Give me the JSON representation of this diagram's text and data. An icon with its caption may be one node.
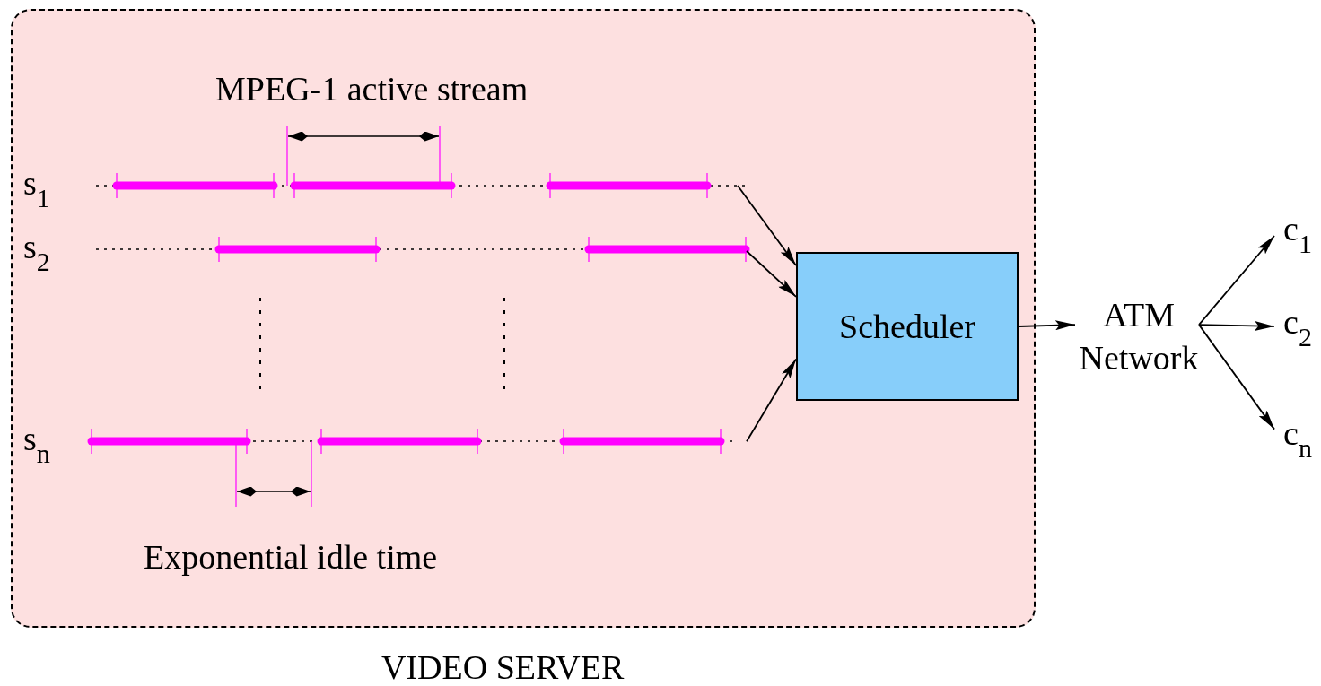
{
  "diagram": {
    "nodes": [
      {
        "text": [
          "VIDEO SERVER"
        ]
      },
      {
        "text": [
          "s$_{1}$"
        ],
        "in": 0
      },
      {
        "text": [
          "s$_{2}$"
        ],
        "in": 0
      },
      {
        "text": [
          "s$_{n}$"
        ],
        "in": 0
      },
      {
        "text": [
          "Scheduler"
        ],
        "in": 0
      },
      {
        "text": [
          "ATM Network"
        ]
      },
      {
        "text": [
          "c$_{1}$"
        ]
      },
      {
        "text": [
          "c$_{2}$"
        ]
      },
      {
        "text": [
          "c$_{n}$"
        ]
      }
    ],
    "edges": [
      {
        "from": 1,
        "to": 4,
        "arrow": "to"
      },
      {
        "from": 2,
        "to": 4,
        "arrow": "to"
      },
      {
        "from": 3,
        "to": 4,
        "arrow": "to"
      },
      {
        "from": 4,
        "to": 5,
        "arrow": "to"
      },
      {
        "from": 5,
        "to": 6,
        "arrow": "to"
      },
      {
        "from": 5,
        "to": 7,
        "arrow": "to"
      },
      {
        "from": 5,
        "to": 8,
        "arrow": "to"
      }
    ],
    "labels": [
      "MPEG-1 active stream",
      "Exponential idle time"
    ]
  }
}
